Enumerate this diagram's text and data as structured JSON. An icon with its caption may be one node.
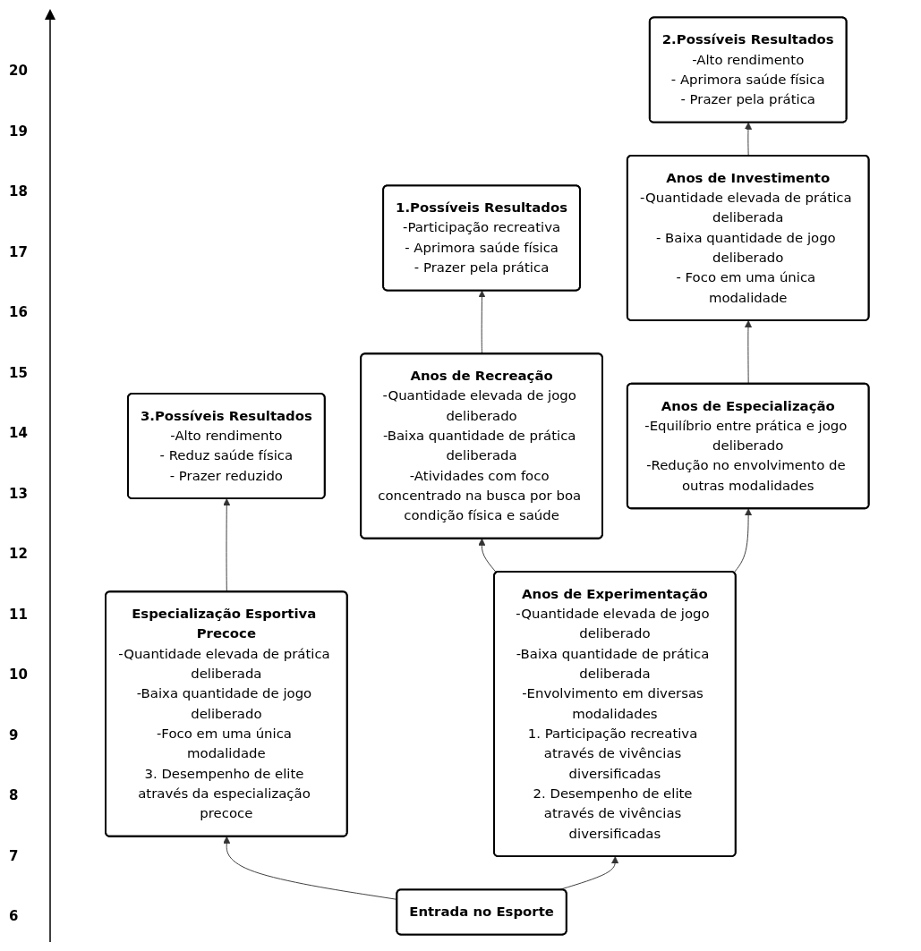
{
  "diagram": {
    "nodes": [
      {
        "text": [
          "1.Possíveis Resultados",
          "-Participação recreativa",
          "- Aprimora saúde física",
          "- Prazer pela prática"
        ]
      },
      {
        "text": [
          "2.Possíveis Resultados",
          "-Alto rendimento",
          "- Aprimora saúde física",
          "- Prazer pela prática"
        ]
      },
      {
        "text": [
          "3.Possíveis Resultados",
          "-Alto rendimento",
          "- Reduz saúde física",
          "- Prazer reduzido"
        ]
      },
      {
        "text": [
          "Anos de Recreação",
          "-Quantidade elevada de jogo deliberado",
          "-Baixa quantidade de prática deliberada",
          "-Atividades com foco concentrado na busca por boa condição física e saúde"
        ]
      },
      {
        "text": [
          "Anos de Investimento",
          "-Quantidade elevada de prática deliberada",
          "- Baixa quantidade de jogo deliberado",
          "- Foco em uma única modalidade"
        ]
      },
      {
        "text": [
          "Especialização Esportiva Precoce",
          "-Quantidade elevada de prática deliberada",
          "-Baixa quantidade de jogo deliberado",
          "-Foco em uma única modalidade",
          "3. Desempenho de elite através da especialização precoce"
        ]
      },
      {
        "text": [
          "Anos de Especialização",
          "-Equilíbrio entre prática e jogo deliberado",
          "-Redução no envolvimento de outras modalidades"
        ]
      },
      {
        "text": [
          "Anos de Experimentação",
          "-Quantidade elevada de jogo deliberado",
          "-Baixa quantidade de prática deliberada",
          "-Envolvimento em diversas modalidades",
          "1. Participação recreativa através de vivências diversificadas",
          "2. Desempenho de elite através de vivências diversificadas"
        ]
      },
      {
        "text": [
          "Entrada no Esporte"
        ]
      }
    ],
    "edges": [
      {
        "from": 8,
        "to": 7,
        "arrow": "to"
      },
      {
        "from": 8,
        "to": 5,
        "arrow": "to"
      },
      {
        "from": 7,
        "to": 3,
        "arrow": "to"
      },
      {
        "from": 7,
        "to": 6,
        "arrow": "to"
      },
      {
        "from": 6,
        "to": 4,
        "arrow": "to"
      },
      {
        "from": 3,
        "to": 0,
        "arrow": "to"
      },
      {
        "from": 4,
        "to": 1,
        "arrow": "to"
      },
      {
        "from": 5,
        "to": 2,
        "arrow": "to"
      }
    ],
    "labels": [
      "20",
      "19",
      "18",
      "17",
      "16",
      "15",
      "14",
      "13",
      "12",
      "11",
      "10",
      "9",
      "8",
      "7",
      "6"
    ]
  }
}
